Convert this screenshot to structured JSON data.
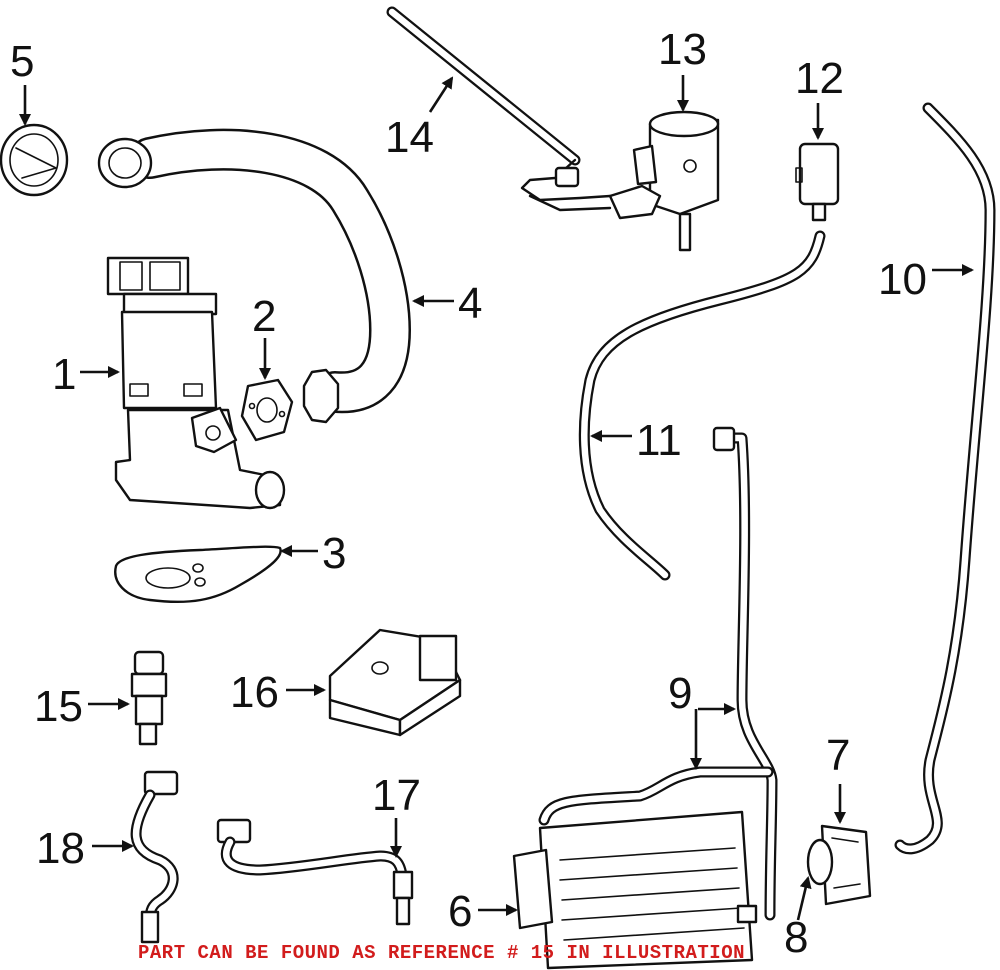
{
  "callouts": {
    "c1": "1",
    "c2": "2",
    "c3": "3",
    "c4": "4",
    "c5": "5",
    "c6": "6",
    "c7": "7",
    "c8": "8",
    "c9": "9",
    "c10": "10",
    "c11": "11",
    "c12": "12",
    "c13": "13",
    "c14": "14",
    "c15": "15",
    "c16": "16",
    "c17": "17",
    "c18": "18"
  },
  "note": "PART CAN BE FOUND AS REFERENCE # 15 IN ILLUSTRATION",
  "colors": {
    "line": "#111111",
    "note": "#d21c1c",
    "background": "#ffffff"
  }
}
